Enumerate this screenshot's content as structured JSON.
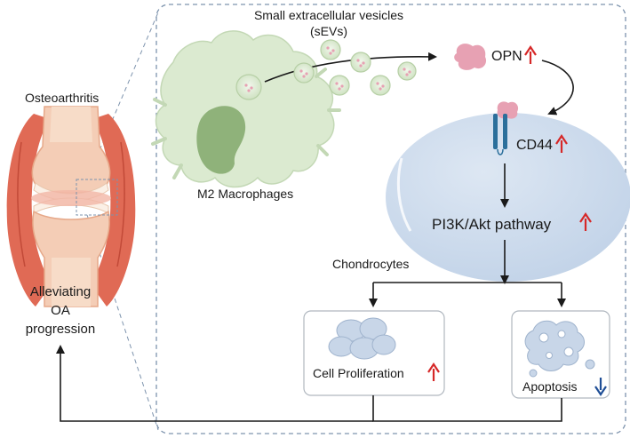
{
  "left_panel": {
    "title": "Osteoarthritis",
    "outcome_lines": [
      "Alleviating",
      "OA",
      "progression"
    ]
  },
  "mechanism": {
    "vesicles_label_line1": "Small extracellular vesicles",
    "vesicles_label_line2": "(sEVs)",
    "macrophage_label": "M2 Macrophages",
    "opn_label": "OPN",
    "opn_change": "up",
    "cd44_label": "CD44",
    "cd44_change": "up",
    "pathway_label": "PI3K/Akt pathway",
    "pathway_change": "up",
    "cell_label": "Chondrocytes",
    "proliferation_label": "Cell Proliferation",
    "proliferation_change": "up",
    "apoptosis_label": "Apoptosis",
    "apoptosis_change": "down"
  },
  "colors": {
    "up_arrow": "#d62828",
    "down_arrow": "#1f4e96",
    "macrophage_fill": "#dbead0",
    "macrophage_nucleus": "#8fb27a",
    "cell_fill": "#c9d8ea",
    "opn_pink": "#e7a1b3",
    "receptor_blue": "#2b6f9b",
    "dashed_border": "#7d93ad",
    "muscle_red": "#e06a55"
  }
}
